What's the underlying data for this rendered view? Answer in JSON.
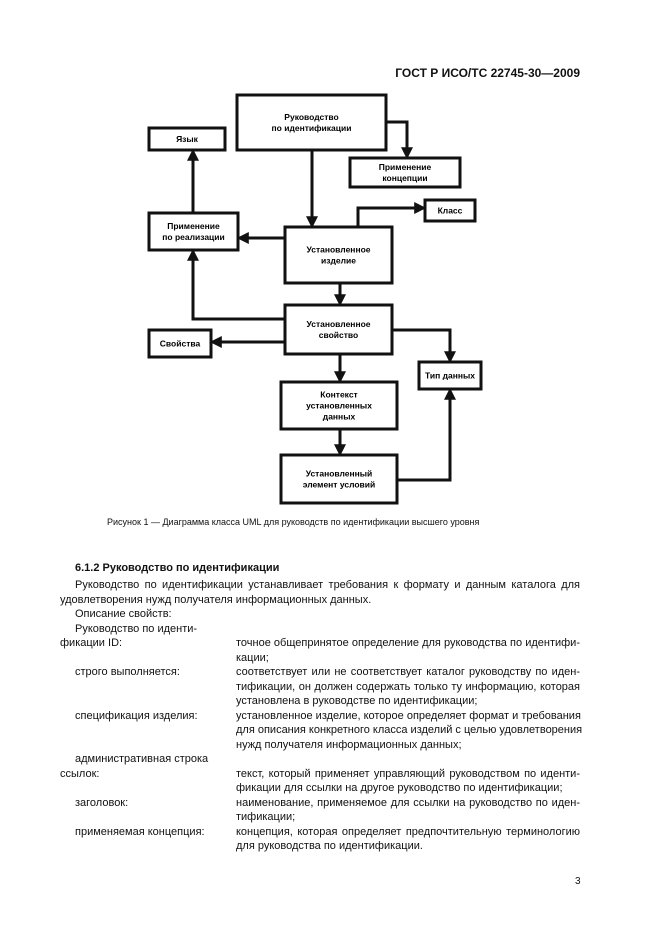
{
  "header": "ГОСТ Р ИСО/ТС 22745-30—2009",
  "diagram": {
    "boxes": {
      "guide": [
        "Руководство",
        "по идентификации"
      ],
      "language": [
        "Язык"
      ],
      "concept_app": [
        "Применение",
        "концепции"
      ],
      "class": [
        "Класс"
      ],
      "impl_app": [
        "Применение",
        "по реализации"
      ],
      "item": [
        "Установленное",
        "изделие"
      ],
      "property": [
        "Установленное",
        "свойство"
      ],
      "properties": [
        "Свойства"
      ],
      "datatype": [
        "Тип данных"
      ],
      "context": [
        "Контекст",
        "установленных",
        "данных"
      ],
      "condition": [
        "Установленный",
        "элемент условий"
      ]
    }
  },
  "caption": "Рисунок 1 — Диаграмма класса UML для руководств по идентификации высшего уровня",
  "section": {
    "title": "6.1.2 Руководство по идентификации",
    "intro": [
      "Руководство по идентификации устанавливает требования к формату и данным каталога для",
      "удовлетворения нужд получателя информационных данных."
    ],
    "props_label": "Описание свойств:",
    "definitions": [
      {
        "term": [
          "Руководство по иденти-",
          "фикации ID:"
        ],
        "def": [
          "точное общепринятое определение для руководства по идентифи-",
          "кации;"
        ]
      },
      {
        "term": [
          "строго выполняется:"
        ],
        "def": [
          "соответствует или не соответствует каталог руководству по иден-",
          "тификации, он должен содержать только ту информацию, которая",
          "установлена в руководстве по идентификации;"
        ]
      },
      {
        "term": [
          "спецификация изделия:"
        ],
        "def": [
          "установленное изделие, которое определяет формат и требования",
          "для описания конкретного класса изделий с целью удовлетворения",
          "нужд получателя информационных данных;"
        ]
      },
      {
        "term": [
          "административная строка",
          "ссылок:"
        ],
        "def": [
          "текст, который применяет управляющий руководством по иденти-",
          "фикации для ссылки на другое руководство по идентификации;"
        ]
      },
      {
        "term": [
          "заголовок:"
        ],
        "def": [
          "наименование, применяемое для ссылки на руководство по иден-",
          "тификации;"
        ]
      },
      {
        "term": [
          "применяемая концепция:"
        ],
        "def": [
          "концепция, которая определяет предпочтительную терминологию",
          "для руководства по идентификации."
        ]
      }
    ]
  },
  "page_number": "3"
}
